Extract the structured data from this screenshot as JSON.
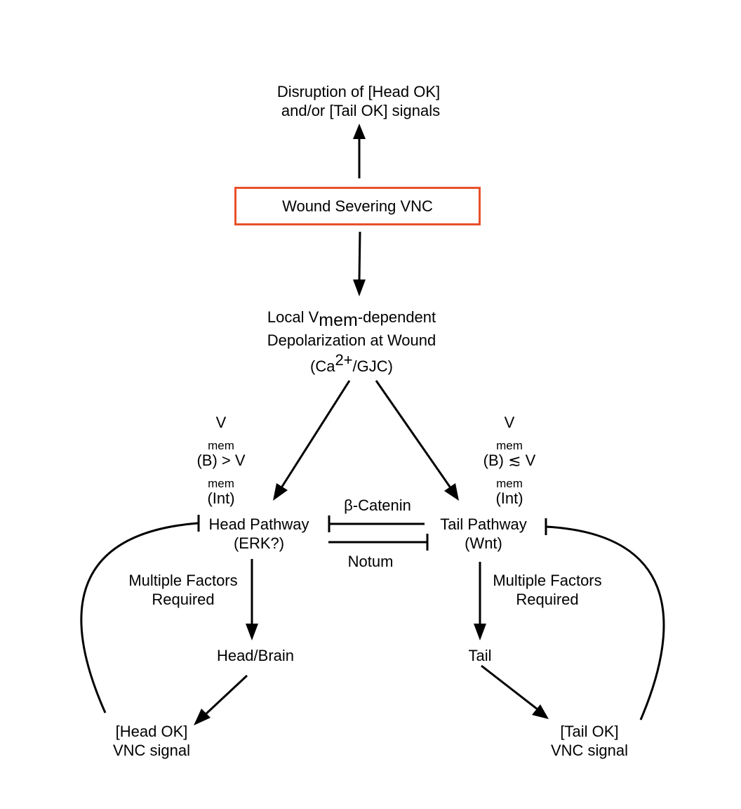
{
  "top_node": {
    "line1": "Disruption of [Head OK]",
    "line2": "and/or [Tail OK] signals"
  },
  "wound_node": {
    "label": "Wound Severing VNC",
    "border_color": "#e8512a"
  },
  "depolarization_node": {
    "line1_a": "Local V",
    "line1_sub": "mem",
    "line1_b": "-dependent",
    "line2": "Depolarization at Wound",
    "line3_a": "(Ca",
    "line3_sup": "2+",
    "line3_b": "/GJC)"
  },
  "left_condition": {
    "v1": "V",
    "s1": "mem",
    "m": "(B) > V",
    "s2": "mem",
    "e": "(Int)"
  },
  "right_condition": {
    "v1": "V",
    "s1": "mem",
    "m": "(B) ≲ V",
    "s2": "mem",
    "e": "(Int)"
  },
  "head_pathway": {
    "line1": "Head Pathway",
    "line2": "(ERK?)"
  },
  "tail_pathway": {
    "line1": "Tail Pathway",
    "line2": "(Wnt)"
  },
  "beta_catenin": "β-Catenin",
  "notum": "Notum",
  "left_factors": {
    "line1": "Multiple Factors",
    "line2": "Required"
  },
  "right_factors": {
    "line1": "Multiple Factors",
    "line2": "Required"
  },
  "head_brain": "Head/Brain",
  "tail": "Tail",
  "head_ok_signal": {
    "line1": "[Head OK]",
    "line2": "VNC signal"
  },
  "tail_ok_signal": {
    "line1": "[Tail OK]",
    "line2": "VNC signal"
  }
}
